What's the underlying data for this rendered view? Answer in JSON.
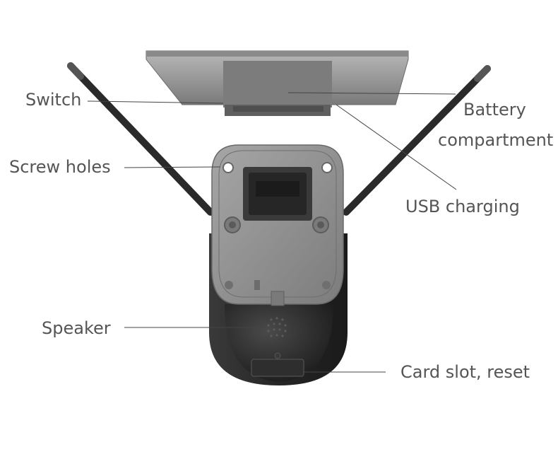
{
  "labels": {
    "switch": "Switch",
    "battery_line1": "Battery",
    "battery_line2": "compartment",
    "screw_holes": "Screw holes",
    "usb_charging": "USB charging",
    "speaker": "Speaker",
    "card_slot": "Card slot, reset"
  },
  "colors": {
    "label_text": "#555555",
    "leader_line": "#444444",
    "camera_body": "#2b2b2b",
    "mount_plate": "#8f8f8f",
    "solar_panel": "#9a9a9a"
  }
}
